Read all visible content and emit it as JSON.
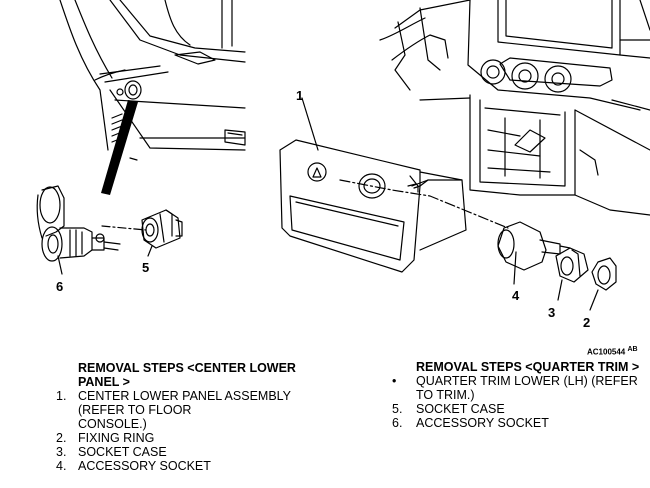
{
  "callouts": {
    "c1": "1",
    "c2": "2",
    "c3": "3",
    "c4": "4",
    "c5": "5",
    "c6": "6"
  },
  "figure_code": "AC100544",
  "figure_code_suffix": "AB",
  "left_steps": {
    "title": "REMOVAL STEPS <CENTER LOWER PANEL >",
    "items": [
      {
        "marker": "1.",
        "lines": [
          "CENTER LOWER PANEL ASSEMBLY",
          "(REFER TO FLOOR",
          "CONSOLE.)"
        ]
      },
      {
        "marker": "2.",
        "lines": [
          "FIXING RING"
        ]
      },
      {
        "marker": "3.",
        "lines": [
          "SOCKET CASE"
        ]
      },
      {
        "marker": "4.",
        "lines": [
          "ACCESSORY SOCKET"
        ]
      }
    ]
  },
  "right_steps": {
    "title": "REMOVAL STEPS <QUARTER TRIM >",
    "items": [
      {
        "marker": "•",
        "lines": [
          "QUARTER TRIM LOWER (LH) (REFER",
          "TO TRIM.)"
        ]
      },
      {
        "marker": "5.",
        "lines": [
          "SOCKET CASE"
        ]
      },
      {
        "marker": "6.",
        "lines": [
          "ACCESSORY SOCKET"
        ]
      }
    ]
  }
}
